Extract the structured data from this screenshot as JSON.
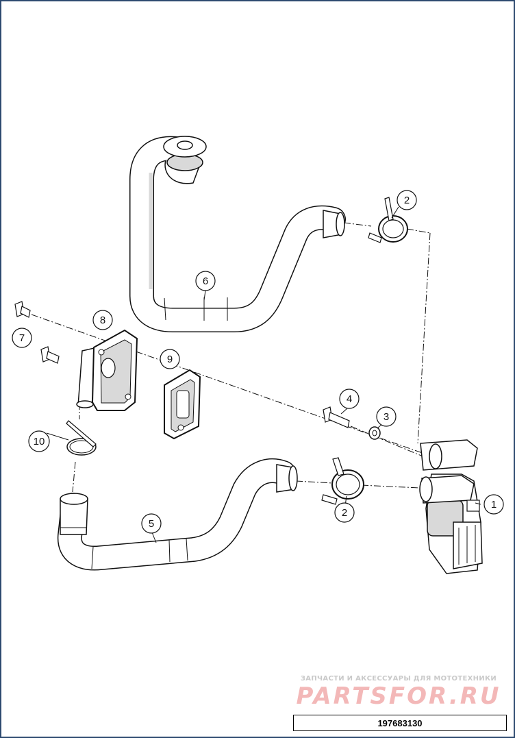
{
  "callouts": [
    {
      "id": "c1",
      "label": "1"
    },
    {
      "id": "c2a",
      "label": "2"
    },
    {
      "id": "c2b",
      "label": "2"
    },
    {
      "id": "c3",
      "label": "3"
    },
    {
      "id": "c4",
      "label": "4"
    },
    {
      "id": "c5",
      "label": "5"
    },
    {
      "id": "c6",
      "label": "6"
    },
    {
      "id": "c7",
      "label": "7"
    },
    {
      "id": "c8",
      "label": "8"
    },
    {
      "id": "c9",
      "label": "9"
    },
    {
      "id": "c10",
      "label": "10"
    }
  ],
  "watermark": {
    "tagline": "ЗАПЧАСТИ И АКСЕССУАРЫ ДЛЯ МОТОТЕХНИКИ",
    "logo": "PARTSFOR.RU"
  },
  "document_number": "197683130",
  "colors": {
    "frame": "#2e4a70",
    "line": "#111111",
    "part_fill": "#ffffff",
    "shade": "#d9d9d9",
    "watermark_logo": "#f3b8b8",
    "watermark_text": "#c9c9c9"
  }
}
